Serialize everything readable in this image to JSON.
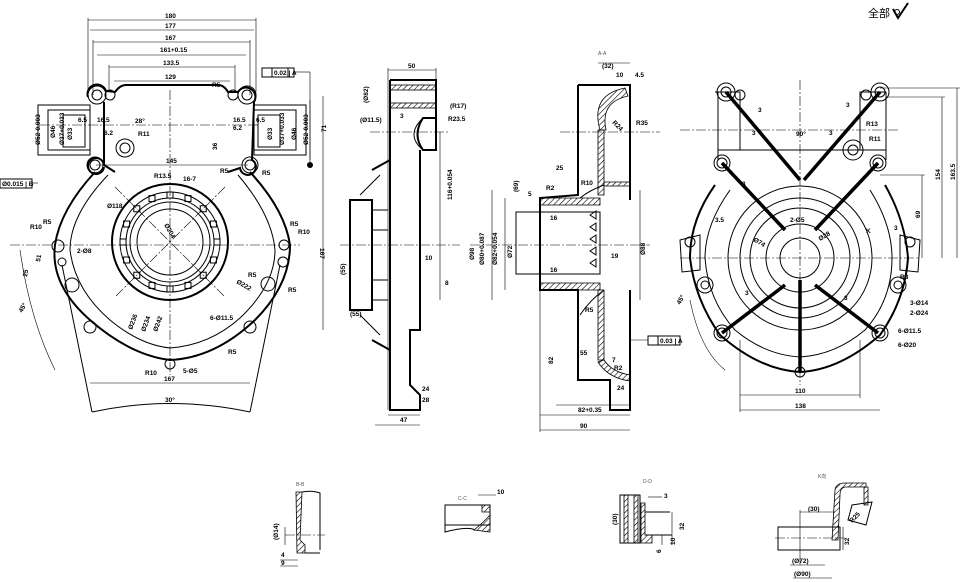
{
  "surface_note": {
    "text": "全部",
    "symbol": "roughness-check-icon"
  },
  "front_view": {
    "dims": [
      "180",
      "177",
      "167",
      "161+0.15",
      "133.5",
      "129",
      "R5",
      "145",
      "R5",
      "R5",
      "R13.5",
      "16-7",
      "Ø118",
      "R10",
      "R5",
      "2-Ø8",
      "R5",
      "R10",
      "167",
      "R5",
      "R5",
      "6-Ø11.5",
      "Ø236",
      "Ø234",
      "Ø242",
      "R5",
      "R10",
      "5-Ø5",
      "167",
      "30°",
      "Ø204",
      "Ø222",
      "28°",
      "R11",
      "6.5",
      "16.5",
      "6.5",
      "16.5",
      "6.2",
      "6.2",
      "Ø46",
      "Ø33",
      "Ø46",
      "Ø33",
      "Ø37+0.033",
      "Ø37+0.033",
      "Ø52-0.003",
      "Ø52-0.003",
      "71",
      "36",
      "25",
      "45°",
      "51"
    ],
    "tolerance_frames": [
      "0.02 | A",
      "Ø0.015 | B"
    ]
  },
  "side_view": {
    "dims": [
      "50",
      "(Ø82)",
      "(Ø11.5)",
      "3",
      "(R17)",
      "R23.5",
      "116+0.054",
      "(55)",
      "(55)",
      "10",
      "8",
      "24",
      "28",
      "47"
    ]
  },
  "section_view": {
    "dims": [
      "(32)",
      "10",
      "4.5",
      "R24",
      "R35",
      "25",
      "R10",
      "(69)",
      "R2",
      "5",
      "Ø98",
      "Ø80+0.087",
      "Ø82+0.054",
      "Ø72",
      "16",
      "16",
      "19",
      "Ø88",
      "R5",
      "55",
      "7",
      "R2",
      "24",
      "82",
      "82+0.35",
      "90"
    ],
    "tolerance_frames": [
      "0.03 | A"
    ],
    "section_label": "A-A"
  },
  "rear_view": {
    "dims": [
      "3",
      "3",
      "3",
      "90°",
      "R13",
      "R11",
      "3",
      "3",
      "3.5",
      "Ø74",
      "2-Ø5",
      "Ø28",
      "K",
      "3",
      "R8",
      "3-Ø14",
      "2-Ø24",
      "6-Ø11.5",
      "6-Ø20",
      "3",
      "3",
      "110",
      "138",
      "69",
      "154",
      "163.5",
      "45°"
    ]
  },
  "detail_views": [
    {
      "label": "B-B",
      "dims": [
        "(Ø14)",
        "4",
        "9"
      ]
    },
    {
      "label": "C-C",
      "dims": [
        "10"
      ]
    },
    {
      "label": "D-D",
      "dims": [
        "3",
        "(30)",
        "32",
        "10",
        "6"
      ]
    },
    {
      "label": "K向",
      "dims": [
        "(30)",
        "R25",
        "32",
        "(Ø72)",
        "(Ø90)"
      ]
    }
  ]
}
